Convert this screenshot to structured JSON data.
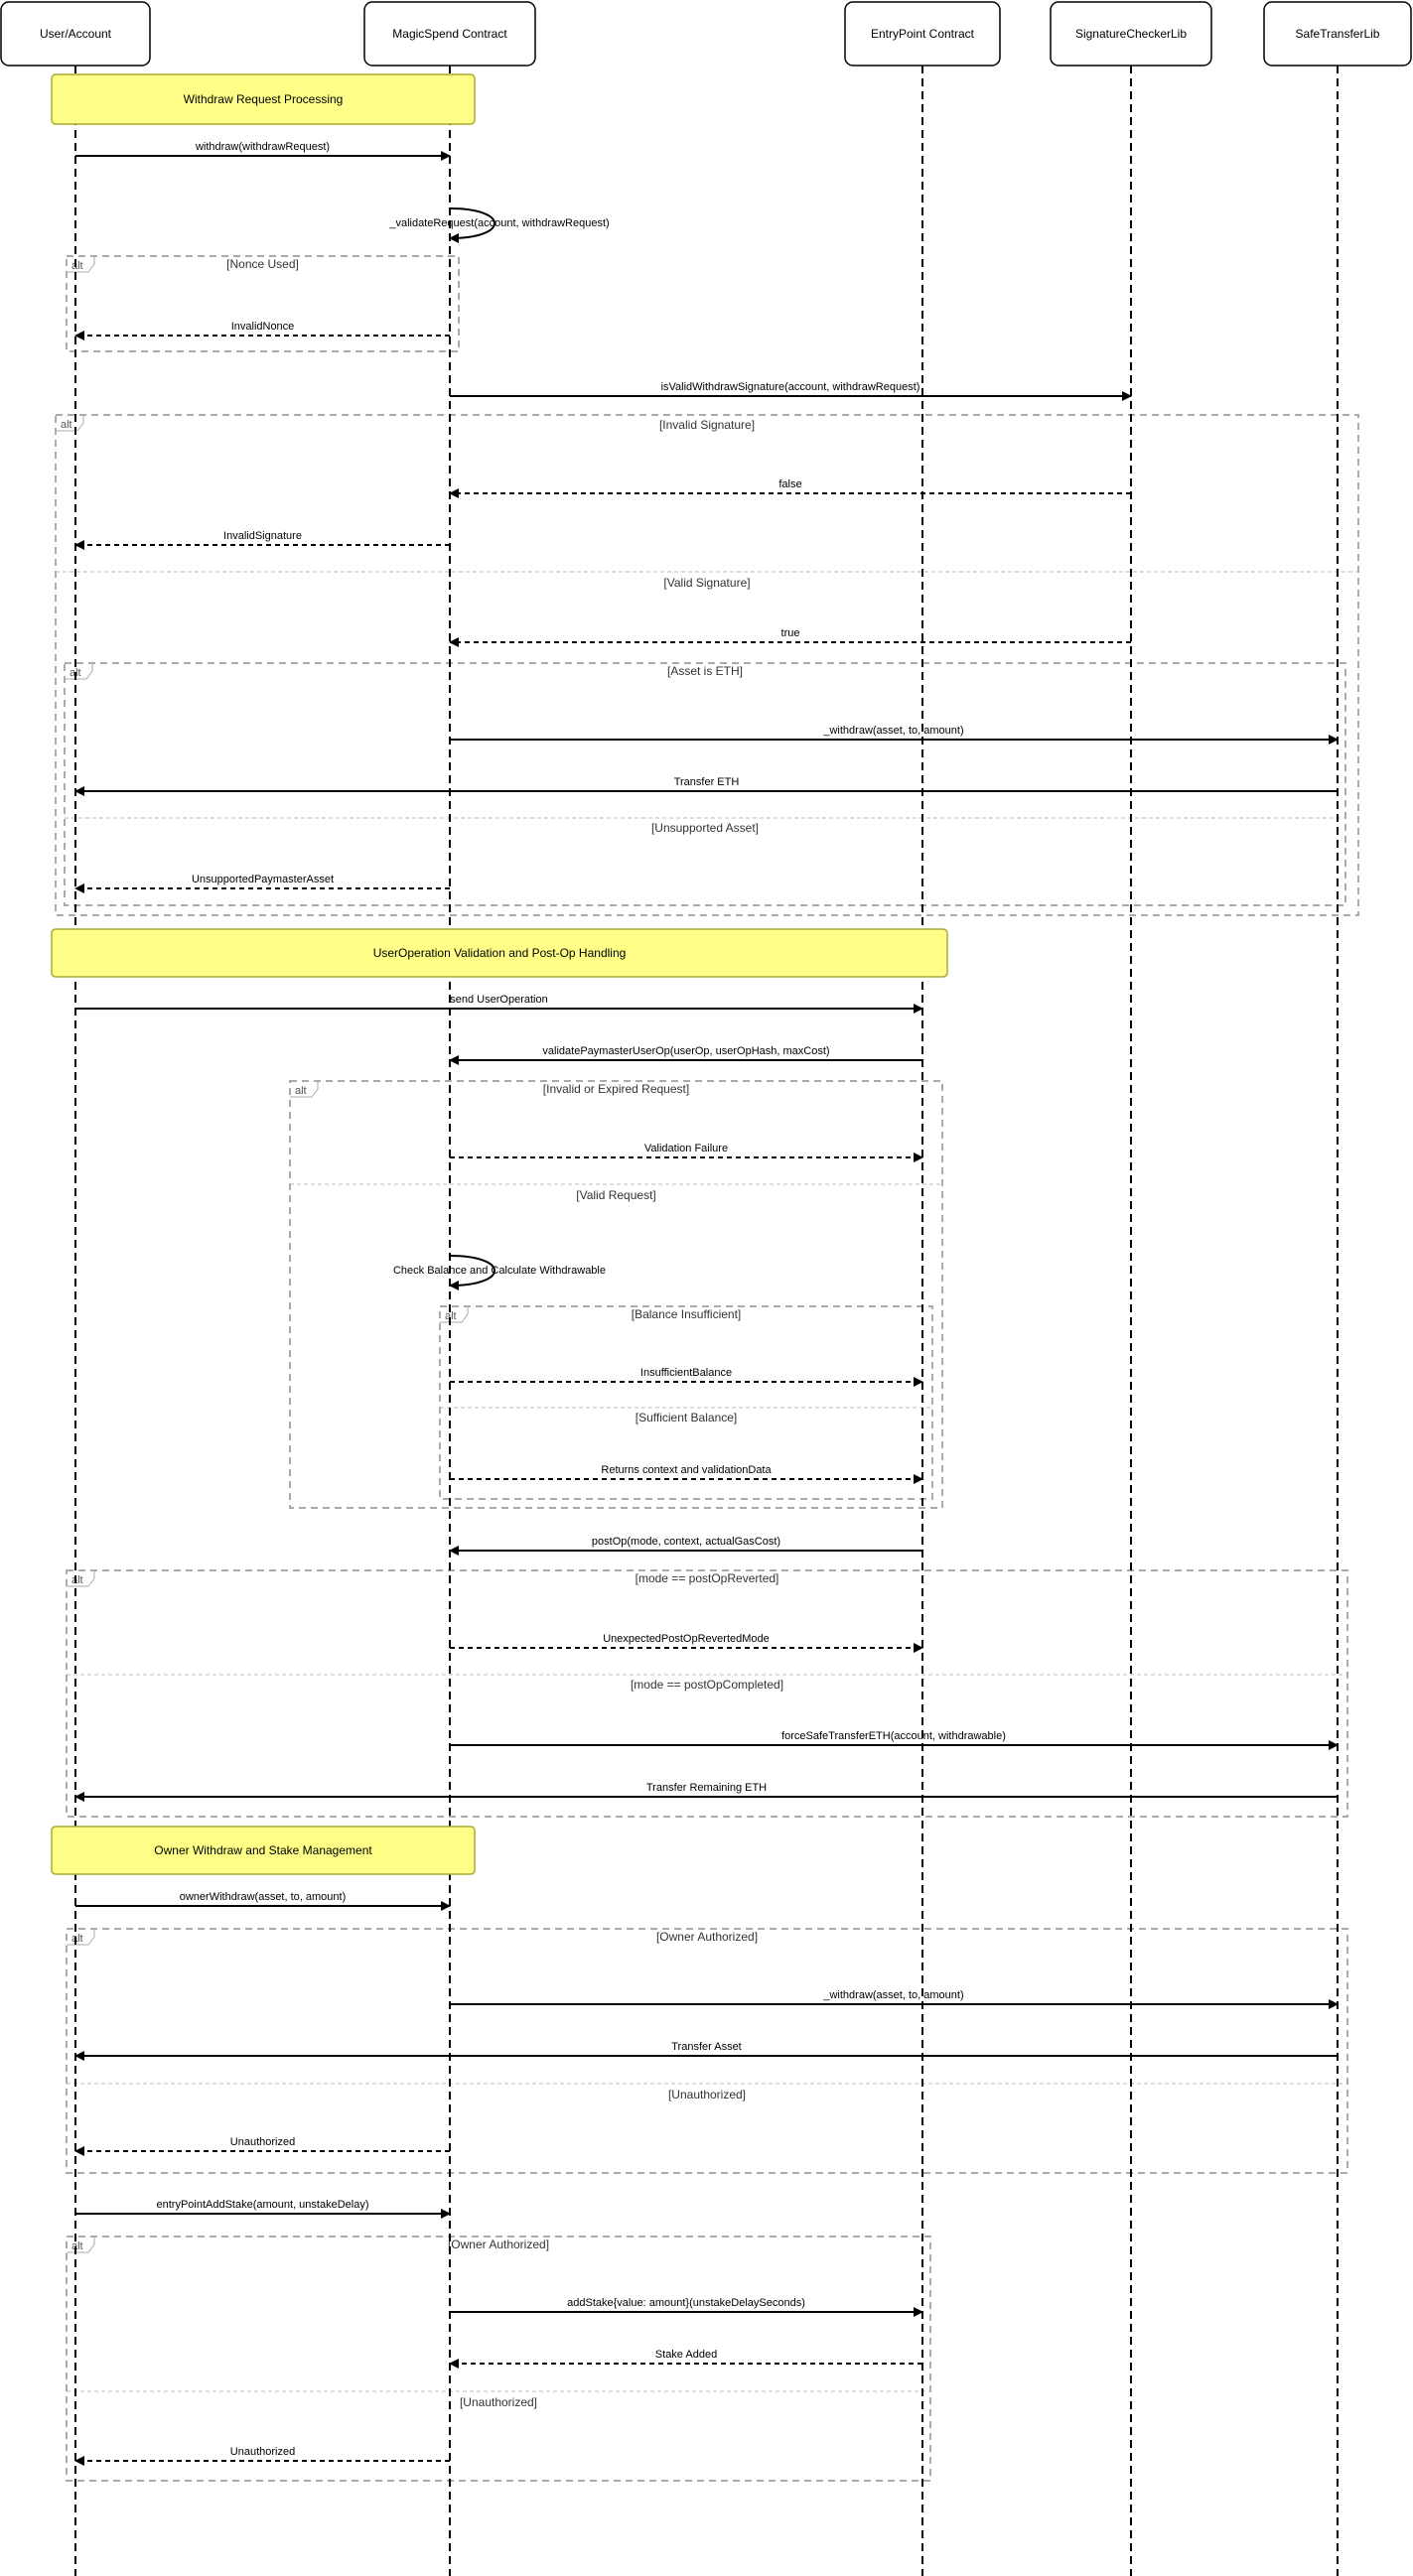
{
  "participants": [
    {
      "id": "user",
      "label": "User/Account"
    },
    {
      "id": "magic",
      "label": "MagicSpend Contract"
    },
    {
      "id": "entry",
      "label": "EntryPoint Contract"
    },
    {
      "id": "sig",
      "label": "SignatureCheckerLib"
    },
    {
      "id": "safe",
      "label": "SafeTransferLib"
    }
  ],
  "notes": [
    {
      "id": "note-withdraw",
      "label": "Withdraw Request Processing"
    },
    {
      "id": "note-userop",
      "label": "UserOperation Validation and Post-Op Handling"
    },
    {
      "id": "note-owner",
      "label": "Owner Withdraw and Stake Management"
    }
  ],
  "frames": [
    {
      "tag": "alt",
      "conditions": [
        "[Nonce Used]"
      ]
    },
    {
      "tag": "alt",
      "conditions": [
        "[Invalid Signature]",
        "[Valid Signature]"
      ]
    },
    {
      "tag": "alt",
      "conditions": [
        "[Asset is ETH]",
        "[Unsupported Asset]"
      ]
    },
    {
      "tag": "alt",
      "conditions": [
        "[Invalid or Expired Request]",
        "[Valid Request]"
      ]
    },
    {
      "tag": "alt",
      "conditions": [
        "[Balance Insufficient]",
        "[Sufficient Balance]"
      ]
    },
    {
      "tag": "alt",
      "conditions": [
        "[mode == postOpReverted]",
        "[mode == postOpCompleted]"
      ]
    },
    {
      "tag": "alt",
      "conditions": [
        "[Owner Authorized]",
        "[Unauthorized]"
      ]
    },
    {
      "tag": "alt",
      "conditions": [
        "[Owner Authorized]",
        "[Unauthorized]"
      ]
    }
  ],
  "messages": [
    {
      "from": "user",
      "to": "magic",
      "label": "withdraw(withdrawRequest)",
      "style": "solid"
    },
    {
      "from": "magic",
      "to": "magic",
      "label": "_validateRequest(account, withdrawRequest)",
      "style": "self"
    },
    {
      "from": "magic",
      "to": "user",
      "label": "InvalidNonce",
      "style": "dashed"
    },
    {
      "from": "magic",
      "to": "sig",
      "label": "isValidWithdrawSignature(account, withdrawRequest)",
      "style": "solid"
    },
    {
      "from": "sig",
      "to": "magic",
      "label": "false",
      "style": "dashed"
    },
    {
      "from": "magic",
      "to": "user",
      "label": "InvalidSignature",
      "style": "dashed"
    },
    {
      "from": "sig",
      "to": "magic",
      "label": "true",
      "style": "dashed"
    },
    {
      "from": "magic",
      "to": "safe",
      "label": "_withdraw(asset, to, amount)",
      "style": "solid"
    },
    {
      "from": "safe",
      "to": "user",
      "label": "Transfer ETH",
      "style": "solid"
    },
    {
      "from": "magic",
      "to": "user",
      "label": "UnsupportedPaymasterAsset",
      "style": "dashed"
    },
    {
      "from": "user",
      "to": "entry",
      "label": "send UserOperation",
      "style": "solid"
    },
    {
      "from": "entry",
      "to": "magic",
      "label": "validatePaymasterUserOp(userOp, userOpHash, maxCost)",
      "style": "solid"
    },
    {
      "from": "magic",
      "to": "entry",
      "label": "Validation Failure",
      "style": "dashed"
    },
    {
      "from": "magic",
      "to": "magic",
      "label": "Check Balance and Calculate Withdrawable",
      "style": "self"
    },
    {
      "from": "magic",
      "to": "entry",
      "label": "InsufficientBalance",
      "style": "dashed"
    },
    {
      "from": "magic",
      "to": "entry",
      "label": "Returns context and validationData",
      "style": "dashed"
    },
    {
      "from": "entry",
      "to": "magic",
      "label": "postOp(mode, context, actualGasCost)",
      "style": "solid"
    },
    {
      "from": "magic",
      "to": "entry",
      "label": "UnexpectedPostOpRevertedMode",
      "style": "dashed"
    },
    {
      "from": "magic",
      "to": "safe",
      "label": "forceSafeTransferETH(account, withdrawable)",
      "style": "solid"
    },
    {
      "from": "safe",
      "to": "user",
      "label": "Transfer Remaining ETH",
      "style": "solid"
    },
    {
      "from": "user",
      "to": "magic",
      "label": "ownerWithdraw(asset, to, amount)",
      "style": "solid"
    },
    {
      "from": "magic",
      "to": "safe",
      "label": "_withdraw(asset, to, amount)",
      "style": "solid"
    },
    {
      "from": "safe",
      "to": "user",
      "label": "Transfer Asset",
      "style": "solid"
    },
    {
      "from": "magic",
      "to": "user",
      "label": "Unauthorized",
      "style": "dashed"
    },
    {
      "from": "user",
      "to": "magic",
      "label": "entryPointAddStake(amount, unstakeDelay)",
      "style": "solid"
    },
    {
      "from": "magic",
      "to": "entry",
      "label": "addStake{value: amount}(unstakeDelaySeconds)",
      "style": "solid"
    },
    {
      "from": "entry",
      "to": "magic",
      "label": "Stake Added",
      "style": "dashed"
    },
    {
      "from": "magic",
      "to": "user",
      "label": "Unauthorized",
      "style": "dashed"
    }
  ]
}
